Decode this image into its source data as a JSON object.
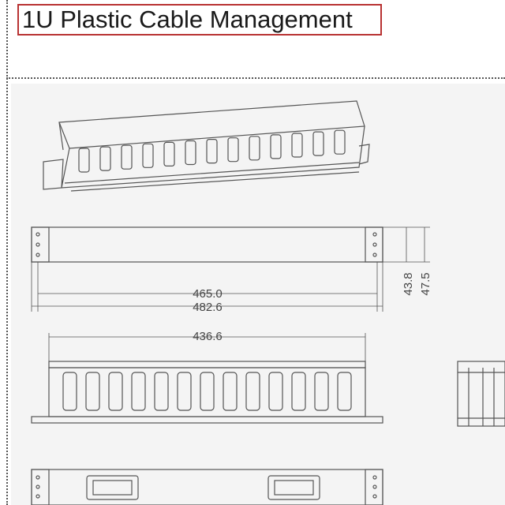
{
  "title": "1U Plastic Cable Management",
  "dimensions": {
    "overall_width_inner": "465.0",
    "overall_width": "482.6",
    "body_height_small": "43.8",
    "body_height_large": "47.5",
    "finger_span": "436.6"
  },
  "colors": {
    "title_border": "#b83232",
    "line": "#555555",
    "background": "#f4f4f4"
  }
}
